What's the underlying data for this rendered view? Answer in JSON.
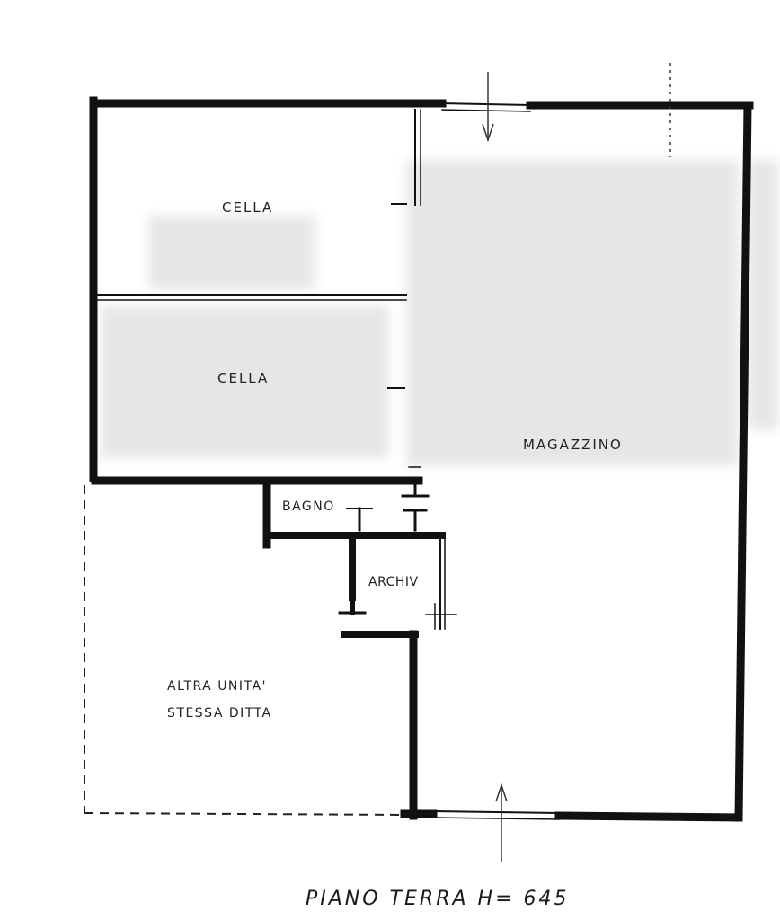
{
  "plan": {
    "rooms": {
      "cella_top": "CELLA",
      "cella_bottom": "CELLA",
      "magazzino": "MAGAZZINO",
      "bagno": "BAGNO",
      "archivio": "ARCHIV",
      "altra_unita_line1": "ALTRA UNITA'",
      "altra_unita_line2": "STESSA DITTA"
    },
    "caption": "PIANO TERRA H= 645"
  }
}
